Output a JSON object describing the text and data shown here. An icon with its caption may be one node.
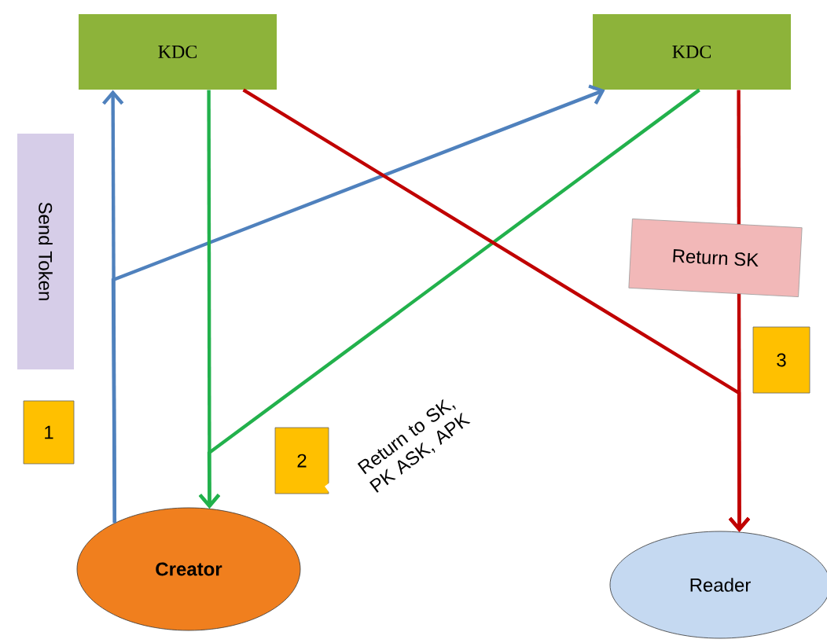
{
  "diagram": {
    "nodes": [
      {
        "text": [
          "KDC"
        ]
      },
      {
        "text": [
          "KDC"
        ]
      },
      {
        "text": [
          "Creator"
        ]
      },
      {
        "text": [
          "Reader"
        ]
      },
      {
        "text": [
          "Send Token"
        ]
      },
      {
        "text": [
          "1"
        ]
      },
      {
        "text": [
          "2"
        ]
      },
      {
        "text": [
          "3"
        ]
      }
    ],
    "edges": [
      {
        "from": 2,
        "to": 0,
        "arrow": "to",
        "color": "#4f81bd"
      },
      {
        "from": 2,
        "to": 1,
        "arrow": "to",
        "color": "#4f81bd"
      },
      {
        "from": 0,
        "to": 2,
        "arrow": "to",
        "color": "#22b14c"
      },
      {
        "from": 1,
        "to": 2,
        "arrow": "to",
        "color": "#22b14c",
        "label": "Return to SK, PK ASK, APK"
      },
      {
        "from": 0,
        "to": 3,
        "arrow": "to",
        "color": "#c00000"
      },
      {
        "from": 1,
        "to": 3,
        "arrow": "to",
        "color": "#c00000",
        "label": "Return SK"
      }
    ]
  }
}
